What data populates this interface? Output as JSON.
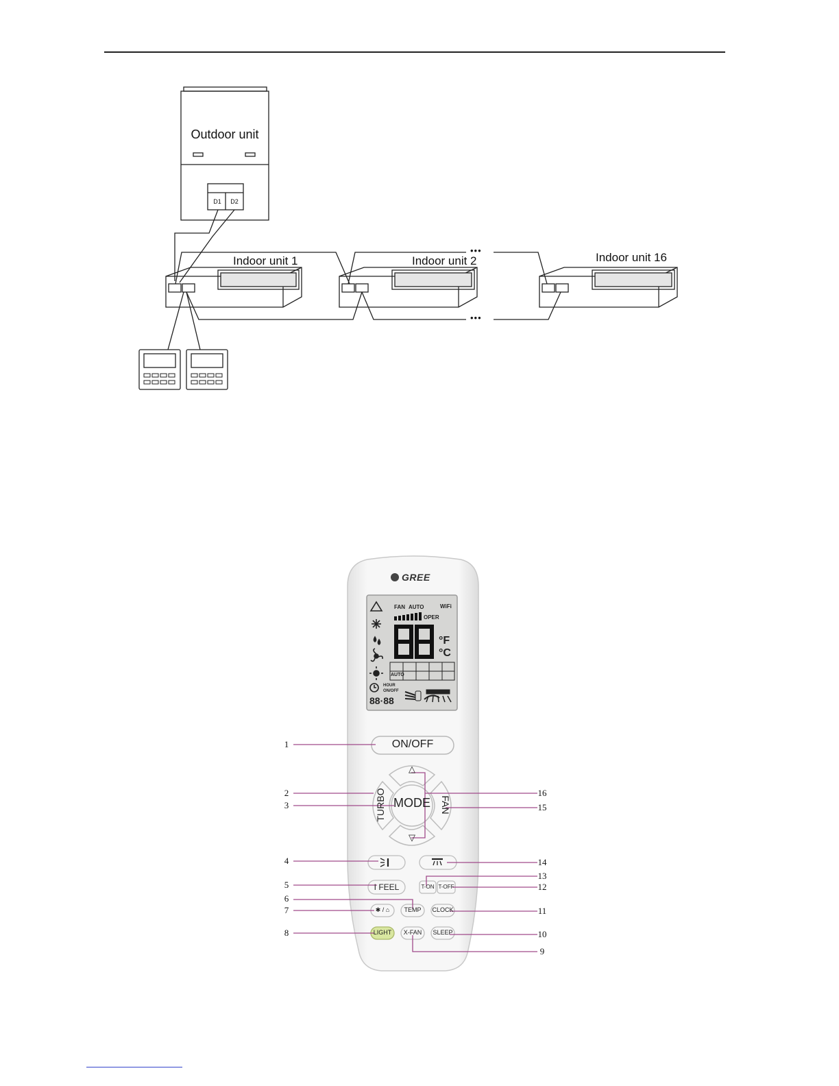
{
  "diagram": {
    "outdoor_unit": {
      "label": "Outdoor unit",
      "terminals": [
        "D1",
        "D2"
      ]
    },
    "indoor_units": [
      {
        "label": "Indoor unit 1"
      },
      {
        "label": "Indoor unit 2"
      },
      {
        "label": "Indoor unit 16"
      }
    ],
    "ellipsis": "•••"
  },
  "remote": {
    "brand": "GREE",
    "lcd": {
      "fan": "FAN",
      "auto": "AUTO",
      "wifi": "WiFi",
      "oper": "OPER",
      "digits": "88",
      "unit_f": "°F",
      "unit_c": "°C",
      "hour": "HOUR",
      "onoff": "ON/OFF",
      "small_digits": "88·88",
      "auto_small": "AUTO"
    },
    "buttons": {
      "onoff": "ON/OFF",
      "turbo": "TURBO",
      "mode": "MODE",
      "fan": "FAN",
      "up": "△",
      "down": "▽",
      "ifeel": "I FEEL",
      "ton": "T-ON",
      "toff": "T-OFF",
      "health": "✱ / ⌂",
      "temp": "TEMP",
      "clock": "CLOCK",
      "light": "LIGHT",
      "xfan": "X-FAN",
      "sleep": "SLEEP"
    },
    "callouts": [
      "1",
      "2",
      "3",
      "4",
      "5",
      "6",
      "7",
      "8",
      "9",
      "10",
      "11",
      "12",
      "13",
      "14",
      "15",
      "16"
    ]
  },
  "colors": {
    "callout_line": "#a04a8a",
    "light_button": "#d9e7a0",
    "remote_body": "#f3f3f3",
    "lcd": "#d6d6d4"
  }
}
